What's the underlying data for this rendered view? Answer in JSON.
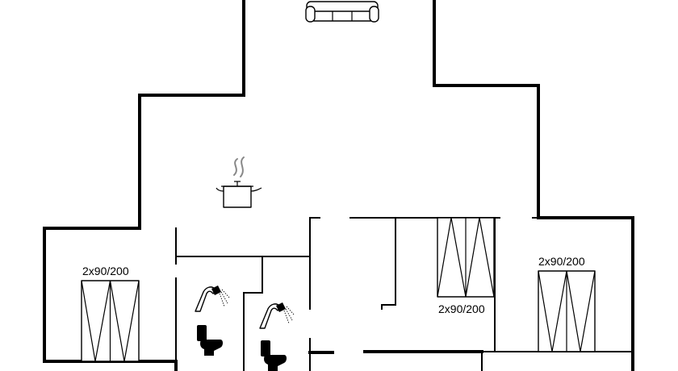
{
  "floorplan": {
    "rooms": [
      {
        "name": "living-room",
        "symbol": "sofa-icon"
      },
      {
        "name": "kitchen",
        "symbol": "cooking-pot-icon"
      },
      {
        "name": "bathroom-1",
        "symbol": "shower-icon"
      },
      {
        "name": "bathroom-2",
        "symbol": "shower-icon"
      },
      {
        "name": "bedroom-left",
        "bed_label": "2x90/200"
      },
      {
        "name": "bedroom-center",
        "bed_label": "2x90/200"
      },
      {
        "name": "bedroom-right",
        "bed_label": "2x90/200"
      }
    ],
    "colors": {
      "walls": "#000000",
      "background": "#ffffff",
      "steam": "#888888"
    }
  }
}
